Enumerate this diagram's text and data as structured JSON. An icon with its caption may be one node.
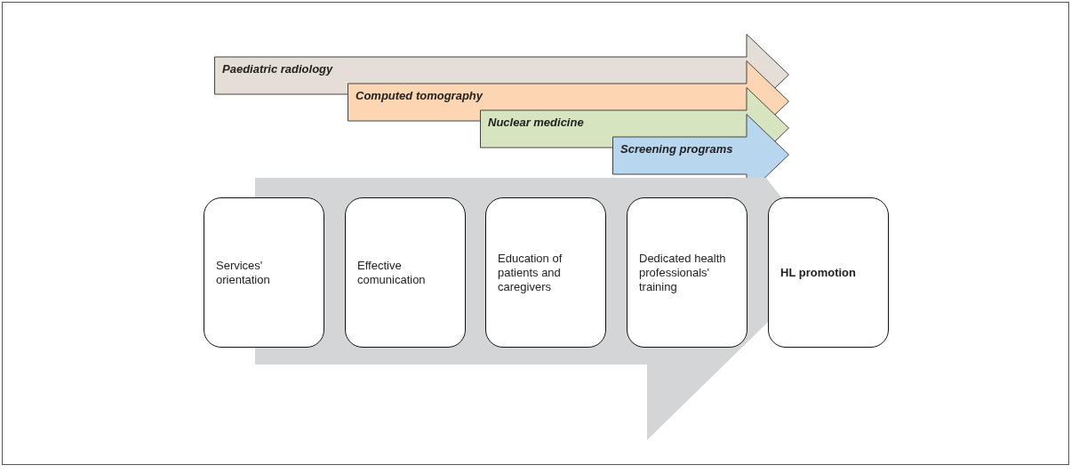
{
  "diagram": {
    "nodes": [
      {
        "text": [
          "Paediatric radiology"
        ]
      },
      {
        "text": [
          "Computed tomography"
        ]
      },
      {
        "text": [
          "Nuclear medicine"
        ]
      },
      {
        "text": [
          "Screening programs"
        ]
      },
      {
        "text": [],
        "shape": "arrow"
      },
      {
        "text": [
          "Services' orientation"
        ]
      },
      {
        "text": [
          "Effective comunication"
        ],
        "in": 4
      },
      {
        "text": [
          "Education of patients and caregivers"
        ],
        "in": 4
      },
      {
        "text": [
          "Dedicated health professionals' training"
        ],
        "in": 4
      },
      {
        "text": [
          "HL promotion"
        ]
      }
    ],
    "edges": []
  }
}
